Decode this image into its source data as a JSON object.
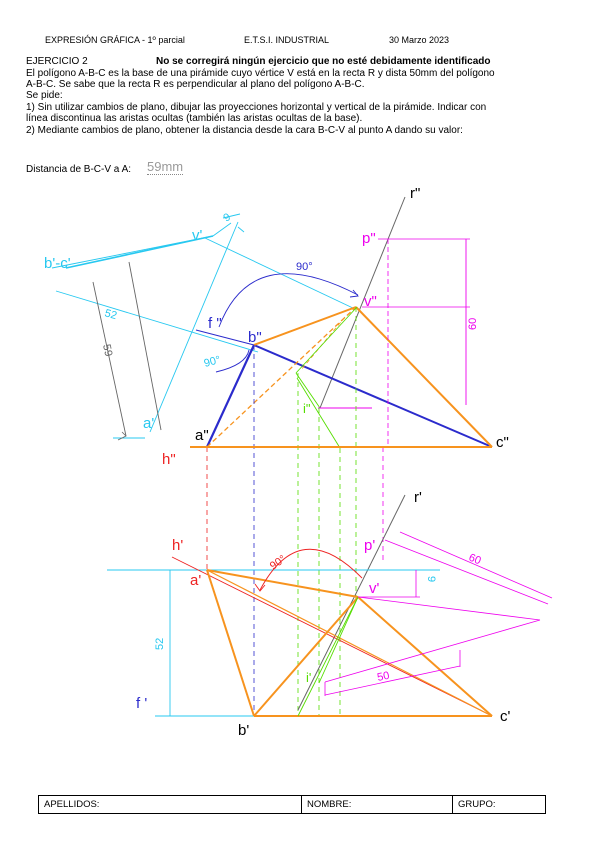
{
  "header": {
    "subject": "EXPRESIÓN GRÁFICA  - 1º parcial",
    "school": "E.T.S.I. INDUSTRIAL",
    "date": "30 Marzo 2023"
  },
  "exercise": {
    "title": "EJERCICIO 2",
    "warning": "No se corregirá  ningún ejercicio que no esté debidamente identificado",
    "statement_1": "El polígono A-B-C es la base de una pirámide cuyo vértice V está en la recta R y dista 50mm del polígono",
    "statement_2": "A-B-C. Se sabe que la recta R es perpendicular al plano del polígono A-B-C.",
    "asks": "Se pide:",
    "task_1a": "1) Sin utilizar cambios de plano, dibujar las proyecciones horizontal y vertical de la pirámide. Indicar con",
    "task_1b": "línea discontinua las aristas ocultas (también las aristas ocultas de la base).",
    "task_2": "2) Mediante cambios de plano, obtener la distancia desde la cara B-C-V al punto A dando su valor:",
    "answer_label": "Distancia de B-C-V a A:",
    "answer_value": "59mm"
  },
  "labels": {
    "r_vert": "r\"",
    "p_vert": "p\"",
    "v_vert": "v\"",
    "b_vert": "b\"",
    "a_vert": "a\"",
    "c_vert": "c\"",
    "i_vert": "i\"",
    "f_vert": "f \"",
    "h_vert": "h\"",
    "v_aux": "v'",
    "bc_aux": "b'-c'",
    "a_aux": "a'",
    "r_hor": "r'",
    "p_hor": "p'",
    "v_hor": "v'",
    "a_hor": "a'",
    "b_hor": "b'",
    "c_hor": "c'",
    "i_hor": "i'",
    "h_hor": "h'",
    "f_hor": "f '"
  },
  "dimensions": {
    "aux_9": "9",
    "aux_52": "52",
    "aux_59": "59",
    "angle_top": "90°",
    "angle_small": "90°",
    "height_60": "60",
    "angle_bottom": "90°",
    "hor_9": "9",
    "hor_60": "60",
    "hor_52": "52",
    "hor_50": "50"
  },
  "footer": {
    "surname": "APELLIDOS:",
    "name": "NOMBRE:",
    "group": "GRUPO:"
  },
  "colors": {
    "orange": "#f7931e",
    "blue": "#2b2bcc",
    "magenta": "#ee00ee",
    "cyan": "#27c8f0",
    "green": "#55dd00",
    "red": "#ee2222",
    "gray": "#666666"
  }
}
